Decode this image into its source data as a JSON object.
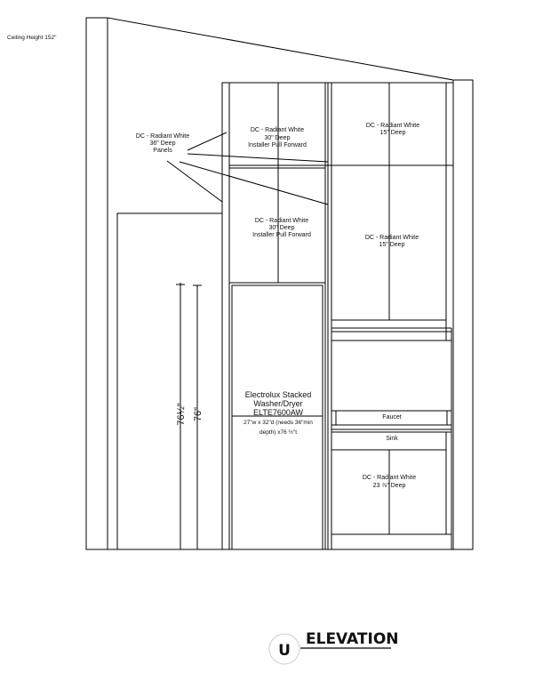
{
  "ceiling_height": "Ceiling Height 152\"",
  "panels_label": {
    "line1": "DC - Radiant  White",
    "line2": "36\" Deep",
    "line3": "Panels"
  },
  "upper_left_cabinet": {
    "line1": "DC - Radiant  White",
    "line2": "30\" Deep",
    "line3": "Installer Pull Forward"
  },
  "mid_left_cabinet": {
    "line1": "DC - Radiant  White",
    "line2": "30\" Deep",
    "line3": "Installer Pull Forward"
  },
  "upper_right_cabinet": {
    "line1": "DC - Radiant  White",
    "line2": "15\" Deep"
  },
  "mid_right_cabinet": {
    "line1": "DC - Radiant  White",
    "line2": "15\" Deep"
  },
  "washer_dryer": {
    "line1": "Electrolux Stacked",
    "line2": "Washer/Dryer",
    "line3": "ELTE7600AW",
    "spec1": "27\"w x 32\"d (needs 36\"min",
    "spec2": "depth) x76 ½\"t"
  },
  "faucet": "Faucet",
  "sink": "Sink",
  "sink_base_cabinet": {
    "line1": "DC - Radiant  White",
    "line2": "23 ⅞\" Deep"
  },
  "dimensions": {
    "outer": "76½\"",
    "inner": "76\""
  },
  "view": {
    "letter": "U",
    "title": "ELEVATION"
  }
}
